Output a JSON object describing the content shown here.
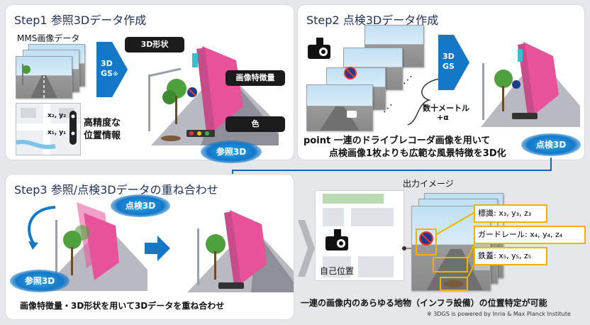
{
  "step1": {
    "title": "Step1 参照3Dデータ作成",
    "mms_label": "MMS画像データ",
    "gs_line1": "3D",
    "gs_line2": "GS",
    "gs_mark": "※",
    "map_x2": "x₂, y₂",
    "map_x1": "x₁, y₁",
    "position_line1": "高精度な",
    "position_line2": "位置情報",
    "shape_label": "3D形状",
    "feature_label": "画像特徴量",
    "color_label": "色",
    "ref3d": "参照3D"
  },
  "step2": {
    "title": "Step2 点検3Dデータ作成",
    "gs_line1": "3D",
    "gs_line2": "GS",
    "distance_line1": "数十メートル",
    "distance_line2": "+α",
    "point_line1": "point 一連のドライブレコーダ画像を用いて",
    "point_line2": "点検画像1枚よりも広範な風景特徴を3D化",
    "inspect3d": "点検3D"
  },
  "step3": {
    "title": "Step3 参照/点検3Dデータの重ね合わせ",
    "inspect3d": "点検3D",
    "ref3d": "参照3D",
    "caption": "画像特徴量・3D形状を用いて3Dデータを重ね合わせ"
  },
  "output": {
    "title": "出力イメージ",
    "self_position": "自己位置",
    "sign": "標識: x₃, y₃, z₃",
    "guardrail": "ガードレール: x₄, y₄, z₄",
    "manhole": "鉄蓋: x₅, y₅, z₅",
    "caption": "一連の画像内のあらゆる地物（インフラ設備）の位置特定が可能"
  },
  "footnote": "※ 3DGS is powered by Inria & Max Planck Institute",
  "colors": {
    "accent_blue": "#1478c8",
    "arrow_blue": "#1565c0",
    "magenta": "#e8529a",
    "yellow": "#f0b400"
  }
}
